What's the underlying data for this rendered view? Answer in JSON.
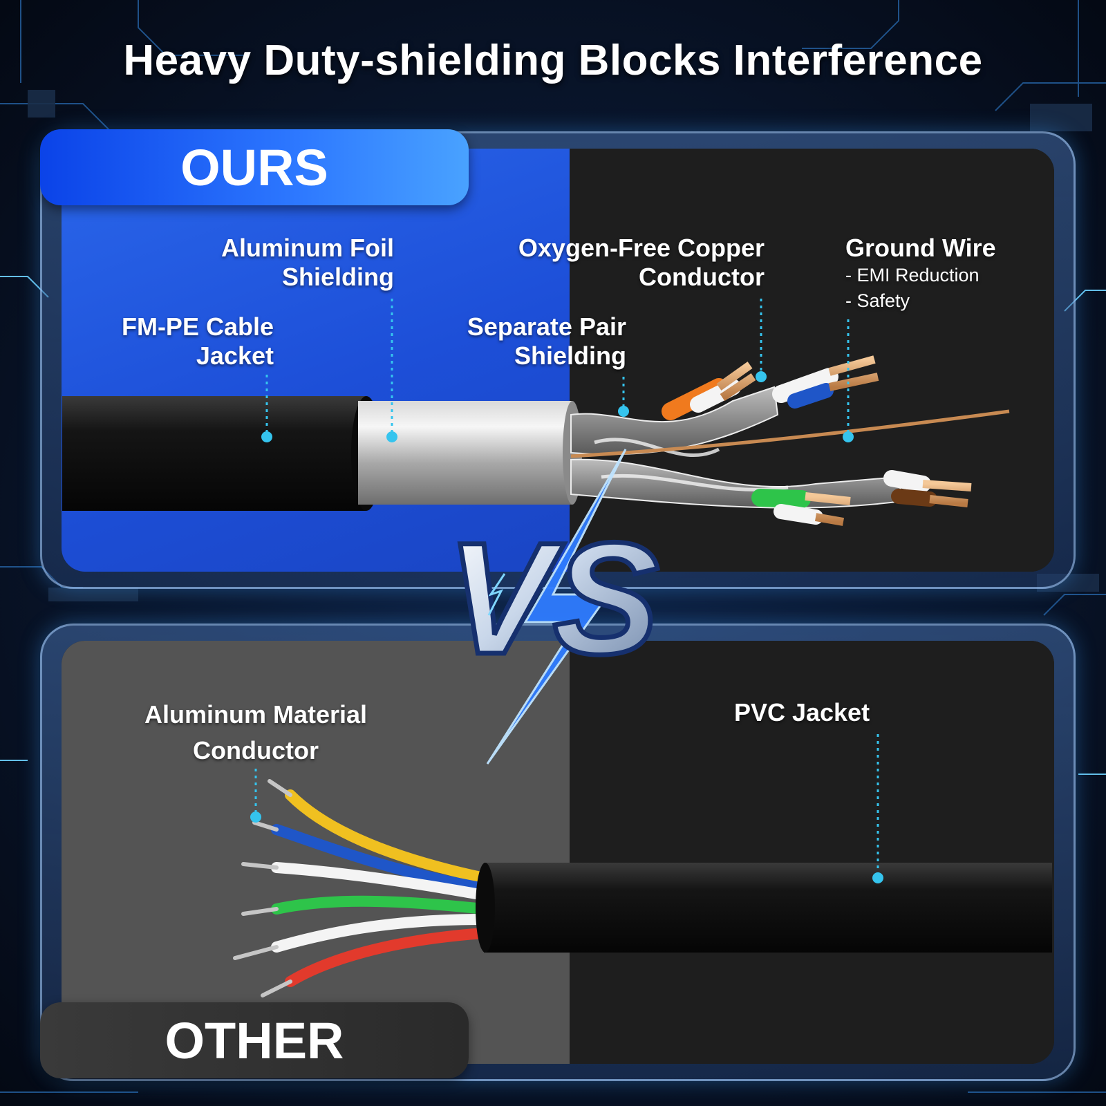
{
  "title": "Heavy Duty-shielding Blocks Interference",
  "ours": {
    "badge": "OURS",
    "labels": {
      "aluminum_foil": [
        "Aluminum Foil",
        "Shielding"
      ],
      "fm_pe": [
        "FM-PE Cable",
        "Jacket"
      ],
      "copper": [
        "Oxygen-Free Copper",
        "Conductor"
      ],
      "pair_shield": [
        "Separate Pair",
        "Shielding"
      ],
      "ground_title": "Ground Wire",
      "ground_points": [
        "- EMI Reduction",
        "- Safety"
      ]
    }
  },
  "vs_text": "VS",
  "other": {
    "badge": "OTHER",
    "labels": {
      "aluminum_material": [
        "Aluminum Material",
        "Conductor"
      ],
      "pvc": "PVC Jacket"
    }
  },
  "colors": {
    "accent_blue": "#2a66ea",
    "callout": "#35c4ee",
    "wire_orange": "#f07a1e",
    "wire_blue": "#1f56c8",
    "wire_green": "#2ec44a",
    "wire_brown": "#6b3a16",
    "wire_red": "#e23a2c",
    "wire_yellow": "#f0c020"
  }
}
